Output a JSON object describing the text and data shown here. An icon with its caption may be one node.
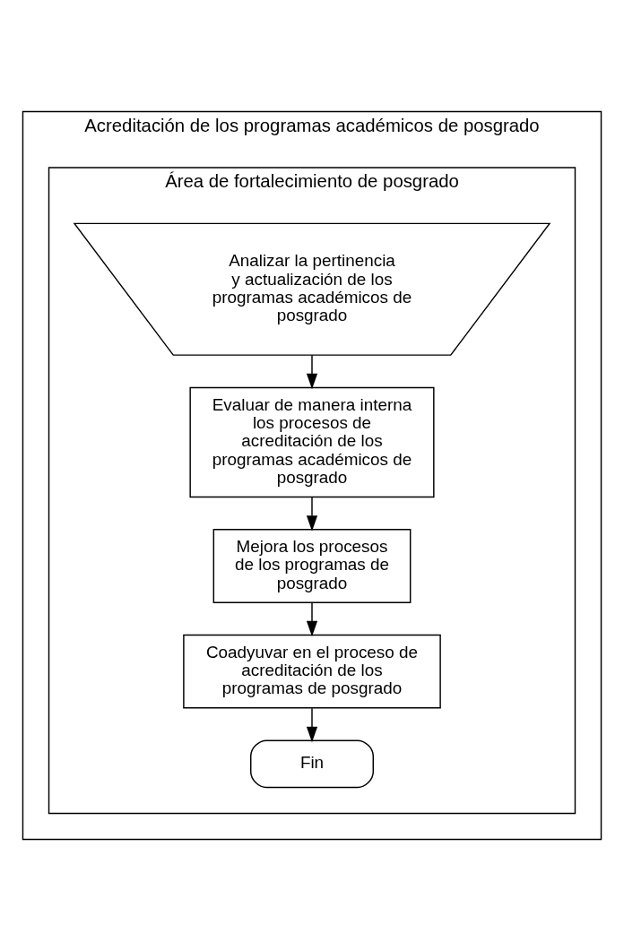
{
  "diagram": {
    "nodes": [
      {
        "text": [
          "Acreditación de los programas académicos de posgrado"
        ]
      },
      {
        "text": [
          "Área de fortalecimiento de posgrado"
        ],
        "in": 0
      },
      {
        "text": [
          "Analizar la pertinencia y actualización de los programas académicos de posgrado"
        ],
        "in": 1
      },
      {
        "text": [
          "Evaluar de manera interna los procesos de acreditación de los programas académicos de posgrado"
        ],
        "in": 1
      },
      {
        "text": [
          "Mejora los procesos de los programas de posgrado"
        ],
        "in": 1
      },
      {
        "text": [
          "Coadyuvar en el proceso de acreditación de los programas de posgrado"
        ],
        "in": 1
      },
      {
        "text": [
          "Fin"
        ],
        "in": 1
      }
    ],
    "edges": [
      {
        "from": 2,
        "to": 3,
        "arrow": "to"
      },
      {
        "from": 3,
        "to": 4,
        "arrow": "to"
      },
      {
        "from": 4,
        "to": 5,
        "arrow": "to"
      },
      {
        "from": 5,
        "to": 6,
        "arrow": "to"
      }
    ]
  }
}
